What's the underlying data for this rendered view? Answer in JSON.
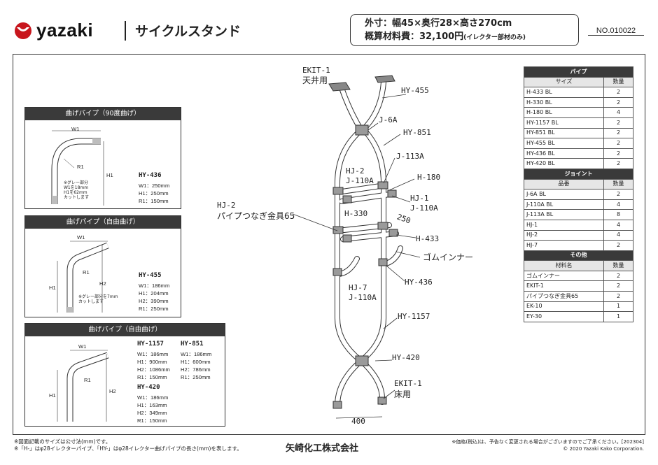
{
  "header": {
    "brand": "yazaki",
    "title": "サイクルスタンド",
    "dimensions": "外寸：幅45×奥行28×高さ270cm",
    "cost_label": "概算材料費：32,100円",
    "cost_note": "(イレクター部材のみ)",
    "doc_number": "NO.010022"
  },
  "panels": {
    "p1": {
      "title": "曲げパイプ（90度曲げ）",
      "w_label": "W1",
      "r_label": "R1",
      "h_label": "H1",
      "note": [
        "※グレー部分",
        "W1を18mm",
        "H1を62mm",
        "カットします"
      ],
      "part": "HY-436",
      "specs": [
        "W1：250mm",
        "H1：250mm",
        "R1：150mm"
      ]
    },
    "p2": {
      "title": "曲げパイプ（自由曲げ）",
      "w_label": "W1",
      "r_label": "R1",
      "h1_label": "H1",
      "h2_label": "H2",
      "note": [
        "※グレー部分を7mm",
        "カットします"
      ],
      "part": "HY-455",
      "specs": [
        "W1：186mm",
        "H1：204mm",
        "H2：390mm",
        "R1：250mm"
      ]
    },
    "p3": {
      "title": "曲げパイプ（自由曲げ）",
      "w_label": "W1",
      "r_label": "R1",
      "h1_label": "H1",
      "h2_label": "H2",
      "part_a": "HY-1157",
      "specs_a": [
        "W1：186mm",
        "H1：900mm",
        "H2：1086mm",
        "R1：150mm"
      ],
      "part_b": "HY-851",
      "specs_b": [
        "W1：186mm",
        "H1：600mm",
        "H2：786mm",
        "R1：250mm"
      ],
      "part_c": "HY-420",
      "specs_c": [
        "W1：186mm",
        "H1：163mm",
        "H2：349mm",
        "R1：150mm"
      ]
    }
  },
  "diagram_labels": {
    "ekit1_top": "EKIT-1",
    "ceiling": "天井用",
    "hy455": "HY-455",
    "j6a": "J-6A",
    "hy851": "HY-851",
    "j113a": "J-113A",
    "hj2": "HJ-2",
    "j110a_1": "J-110A",
    "h180": "H-180",
    "hj1": "HJ-1",
    "j110a_2": "J-110A",
    "hj2_left": "HJ-2",
    "pipe_joint": "パイプつなぎ金具65",
    "h330": "H-330",
    "dim250": "250",
    "h433": "H-433",
    "gom": "ゴムインナー",
    "hj7": "HJ-7",
    "j110a_3": "J-110A",
    "hy436": "HY-436",
    "hy1157": "HY-1157",
    "hy420": "HY-420",
    "ekit1_bottom": "EKIT-1",
    "floor": "床用",
    "dim400": "400"
  },
  "parts_table": {
    "pipe_title": "パイプ",
    "pipe_col1": "サイズ",
    "qty_col": "数量",
    "pipes": [
      {
        "name": "H-433 BL",
        "qty": "2"
      },
      {
        "name": "H-330 BL",
        "qty": "2"
      },
      {
        "name": "H-180 BL",
        "qty": "4"
      },
      {
        "name": "HY-1157 BL",
        "qty": "2"
      },
      {
        "name": "HY-851 BL",
        "qty": "2"
      },
      {
        "name": "HY-455 BL",
        "qty": "2"
      },
      {
        "name": "HY-436 BL",
        "qty": "2"
      },
      {
        "name": "HY-420 BL",
        "qty": "2"
      }
    ],
    "joint_title": "ジョイント",
    "joint_col1": "品番",
    "joints": [
      {
        "name": "J-6A BL",
        "qty": "2"
      },
      {
        "name": "J-110A BL",
        "qty": "4"
      },
      {
        "name": "J-113A BL",
        "qty": "8"
      },
      {
        "name": "HJ-1",
        "qty": "4"
      },
      {
        "name": "HJ-2",
        "qty": "4"
      },
      {
        "name": "HJ-7",
        "qty": "2"
      }
    ],
    "other_title": "その他",
    "other_col1": "材料名",
    "others": [
      {
        "name": "ゴムインナー",
        "qty": "2"
      },
      {
        "name": "EKIT-1",
        "qty": "2"
      },
      {
        "name": "パイプつなぎ金具65",
        "qty": "2"
      },
      {
        "name": "EK-10",
        "qty": "1"
      },
      {
        "name": "EY-30",
        "qty": "1"
      }
    ]
  },
  "footer": {
    "note1": "※図面記載のサイズは公寸法(mm)です。",
    "note2": "※「H-」はφ28イレクターパイプ、「HY-」はφ28イレクター曲げパイプの長さ(mm)を表します。",
    "company": "矢崎化工株式会社",
    "price_note": "※価格(税込)は、予告なく変更される場合がございますのでご了承ください。[202304]",
    "copyright": "© 2020 Yazaki Kako Corporation."
  },
  "colors": {
    "logo_red": "#c8161d",
    "panel_head": "#3a3a3a",
    "pipe_gray": "#9a9a9a"
  }
}
